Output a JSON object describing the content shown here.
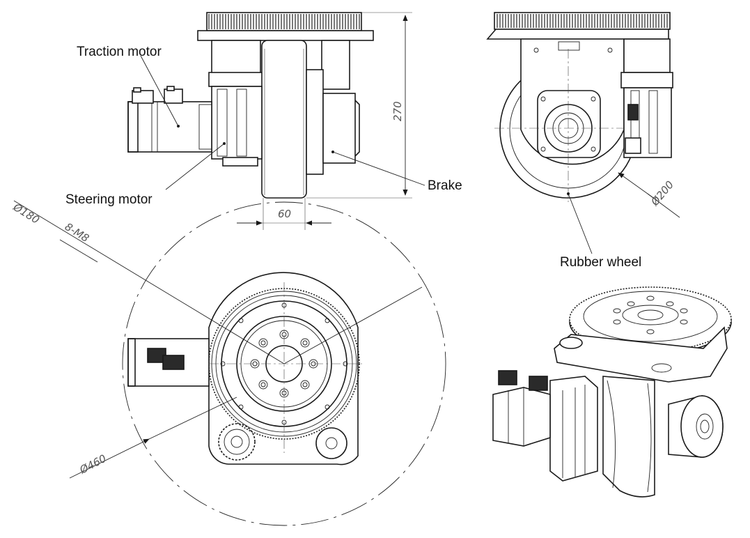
{
  "labels": {
    "traction_motor": "Traction motor",
    "steering_motor": "Steering motor",
    "brake": "Brake",
    "rubber_wheel": "Rubber wheel"
  },
  "dimensions": {
    "height": "270",
    "width": "60",
    "wheel_diameter": "Ø200",
    "bolt_circle": "Ø180",
    "bolt_spec": "8-M8",
    "outer_circle": "Ø460"
  },
  "colors": {
    "line": "#1a1a1a",
    "dimension_text": "#555555",
    "label_text": "#111111"
  }
}
